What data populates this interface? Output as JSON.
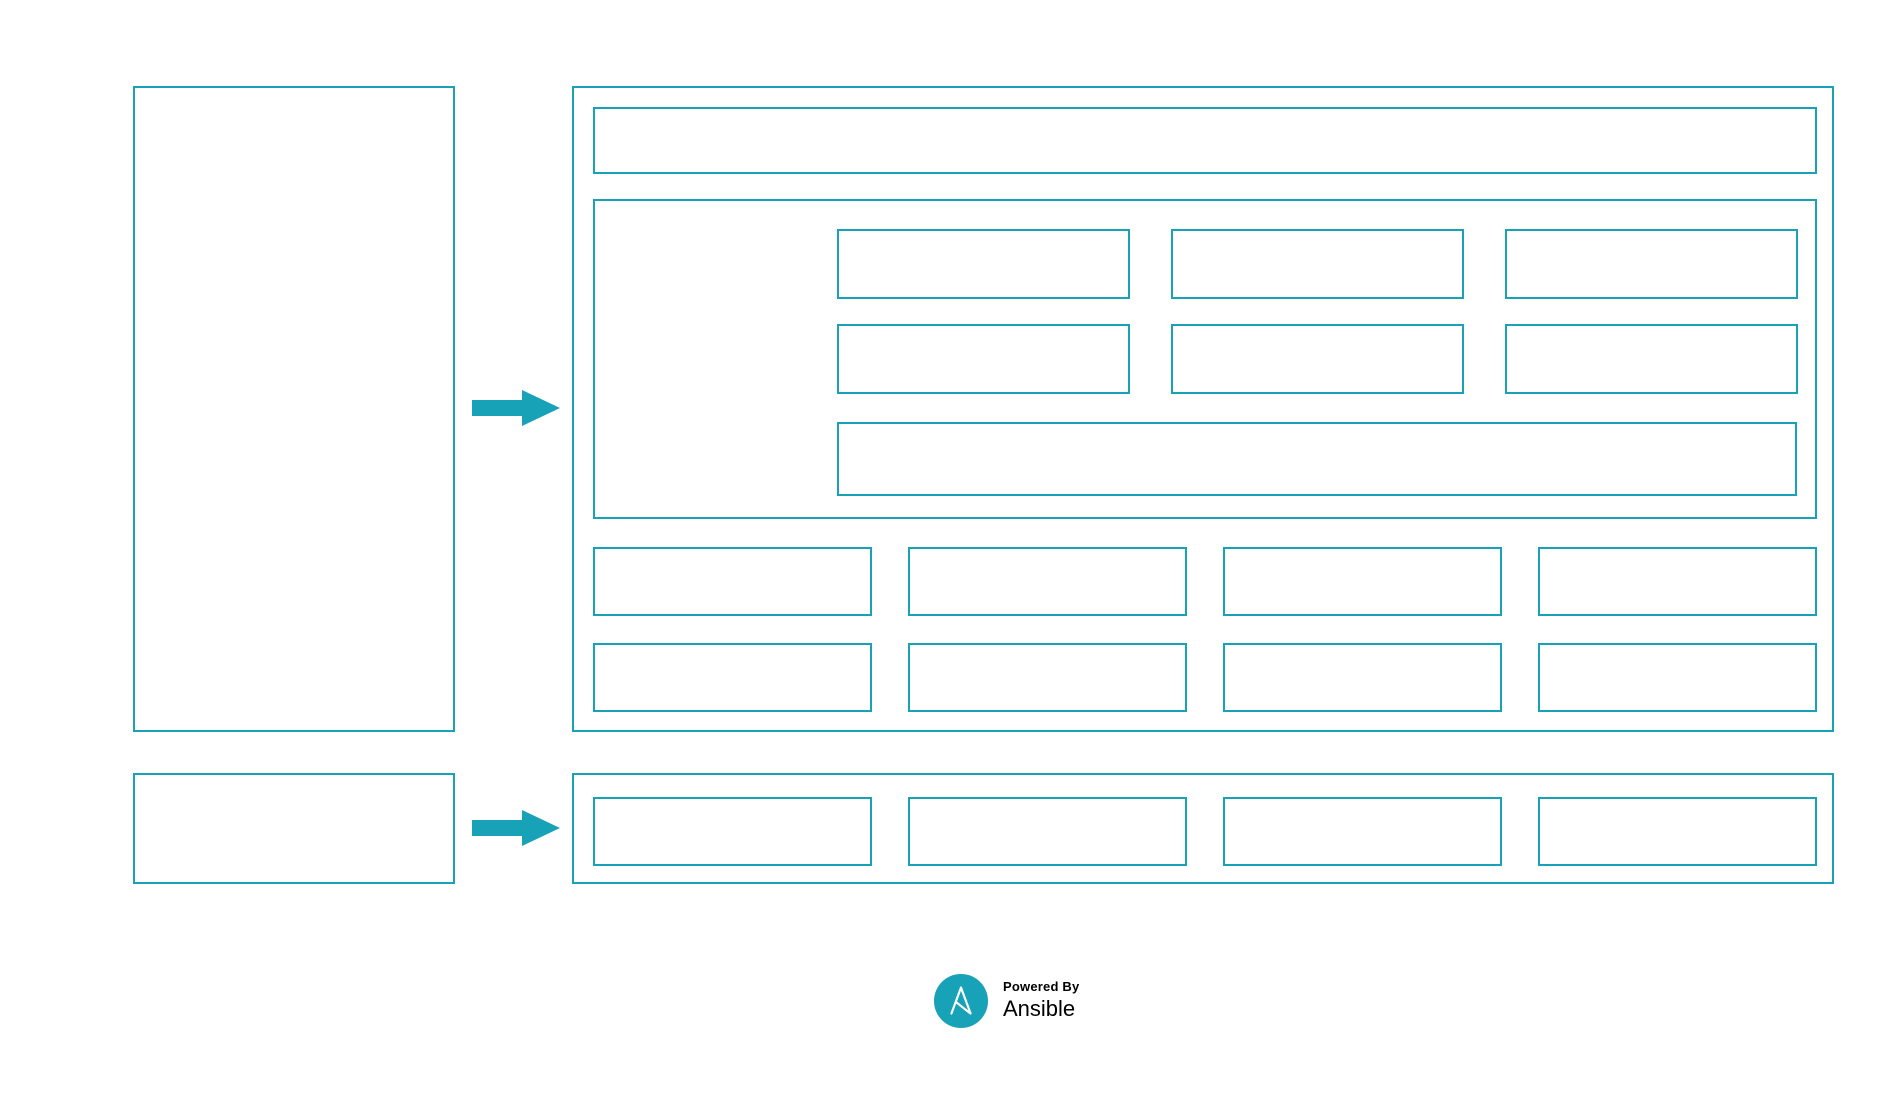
{
  "colors": {
    "accent": "#17a2b8",
    "logo_circle": "#17a2b8",
    "footer_text": "#000000",
    "page_bg": "#ffffff"
  },
  "structure": {
    "type": "wireframe-diagram",
    "left_column_boxes": 2,
    "right_panels": 2,
    "main_panel": {
      "header_bars": 1,
      "inner_panel_top_row_boxes": 3,
      "inner_panel_middle_row_boxes": 3,
      "inner_panel_wide_boxes": 1,
      "grid_rows": 2,
      "grid_columns": 4
    },
    "bottom_panel_boxes": 4,
    "arrows": 2
  },
  "icons": {
    "arrow": "arrow-right-icon",
    "logo": "ansible-logo-icon"
  },
  "footer": {
    "powered_by_label": "Powered By",
    "brand_label": "Ansible"
  }
}
